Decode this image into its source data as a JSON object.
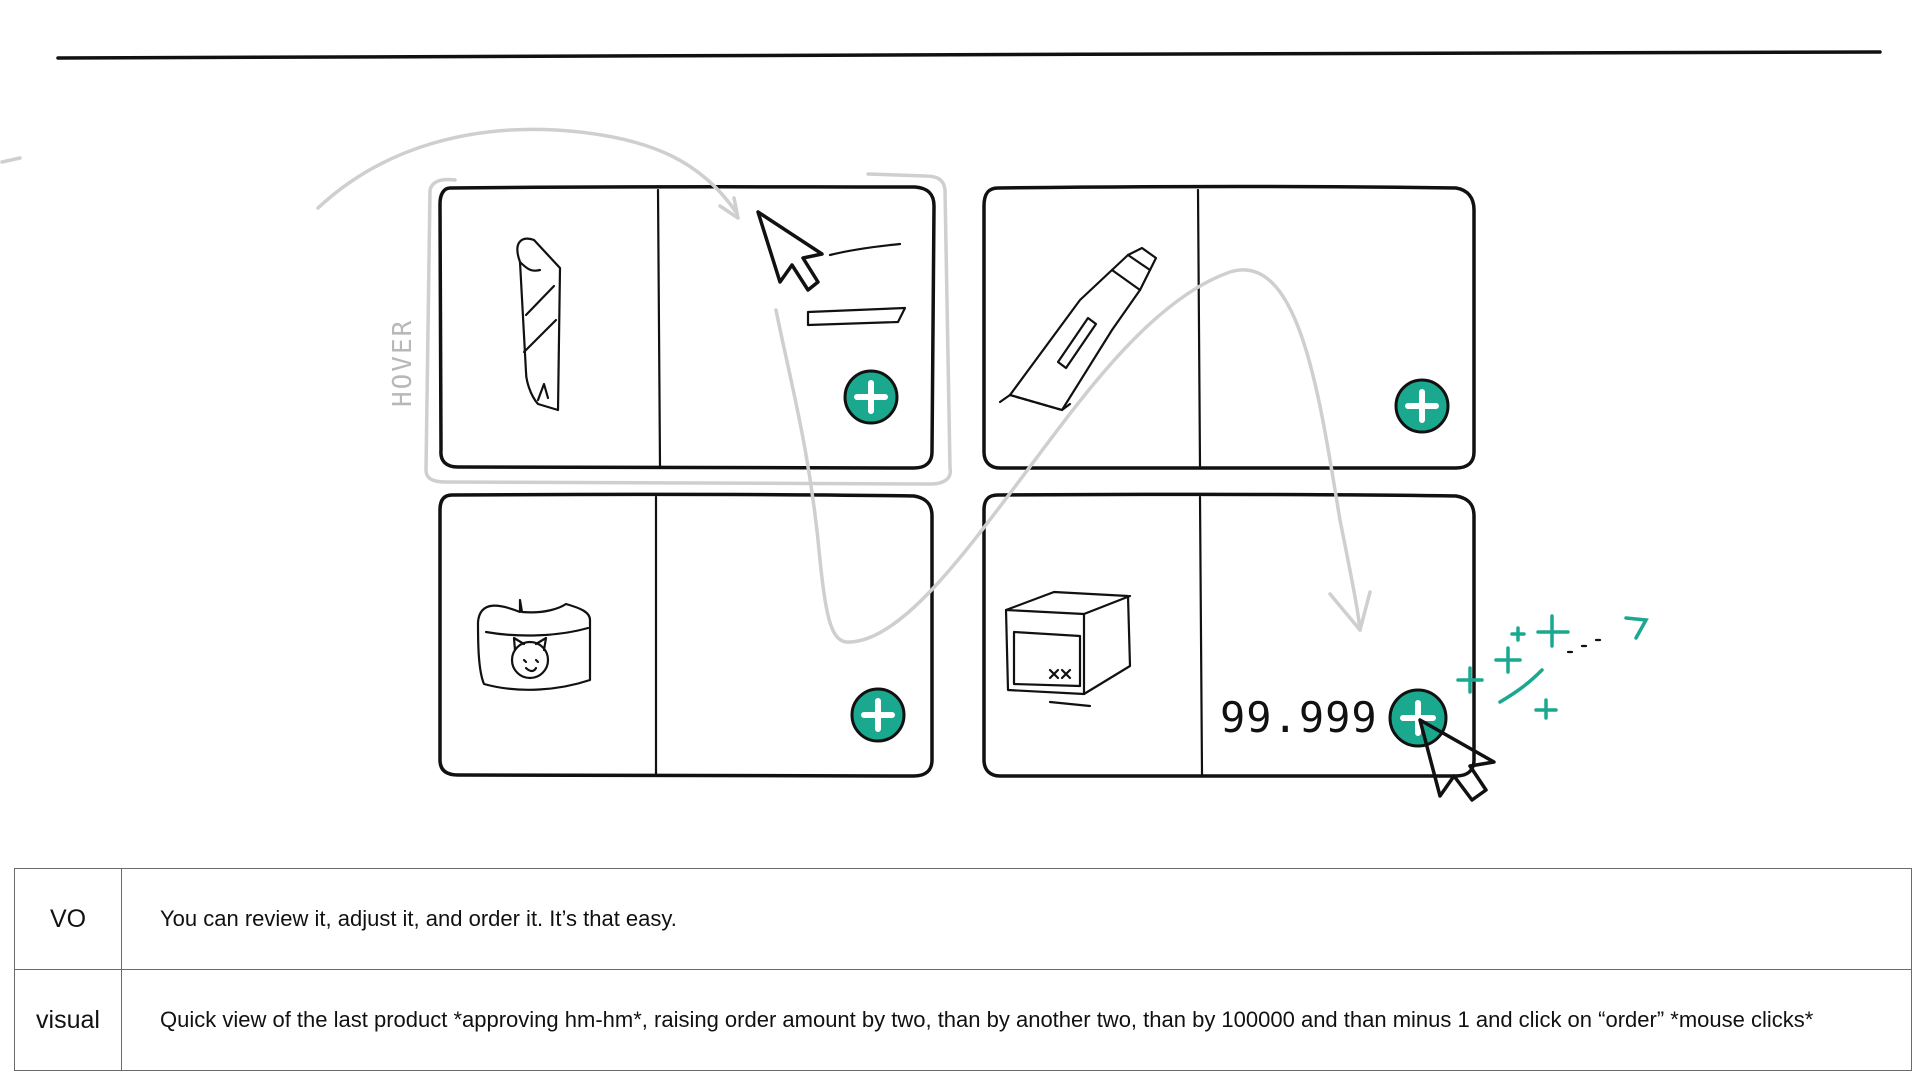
{
  "sketch": {
    "hover_label": "HOVER",
    "price": "99.999",
    "accent_color": "#1aa88e",
    "annotation_color": "#cfcfcf",
    "cards": [
      {
        "product_icon": "folded-cloth-icon",
        "add_icon": "plus-circle-icon"
      },
      {
        "product_icon": "toothpaste-tube-icon",
        "add_icon": "plus-circle-icon"
      },
      {
        "product_icon": "cat-collar-icon",
        "add_icon": "plus-circle-icon"
      },
      {
        "product_icon": "box-icon",
        "add_icon": "plus-circle-icon"
      }
    ],
    "cursor_icons": [
      "cursor-arrow-icon",
      "cursor-arrow-icon"
    ]
  },
  "script": {
    "rows": [
      {
        "label": "VO",
        "text": "You can review it, adjust it, and order it. It’s that easy."
      },
      {
        "label": "visual",
        "text": "Quick view of the last product *approving hm-hm*, raising order amount by two, than by another two, than by 100000 and than minus 1 and click on “order” *mouse clicks*"
      }
    ]
  }
}
